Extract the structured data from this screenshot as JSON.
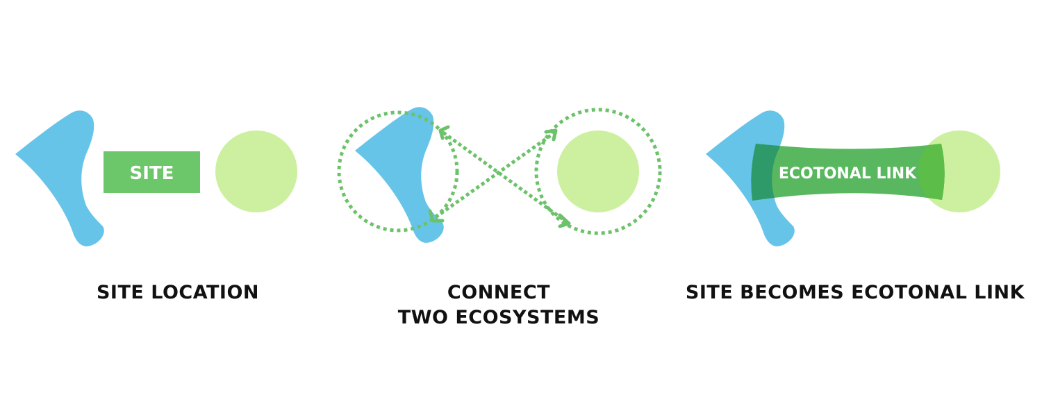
{
  "colors": {
    "water": "#66c4e8",
    "meadow": "#ccf0a0",
    "site_box": "#6cc66a",
    "connector": "#6cc26a",
    "link_beam": "#34a83c",
    "overlap_dark": "#2e9a6a",
    "overlap_light": "#5cbd48",
    "caption_text": "#111111"
  },
  "panels": [
    {
      "id": "site-location",
      "box_label": "SITE",
      "caption_lines": [
        "SITE LOCATION"
      ]
    },
    {
      "id": "connect-two-ecosystems",
      "caption_lines": [
        "CONNECT",
        "TWO ECOSYSTEMS"
      ]
    },
    {
      "id": "site-becomes-ecotonal-link",
      "beam_label": "ECOTONAL LINK",
      "caption_lines": [
        "SITE BECOMES ECOTONAL LINK"
      ]
    }
  ]
}
